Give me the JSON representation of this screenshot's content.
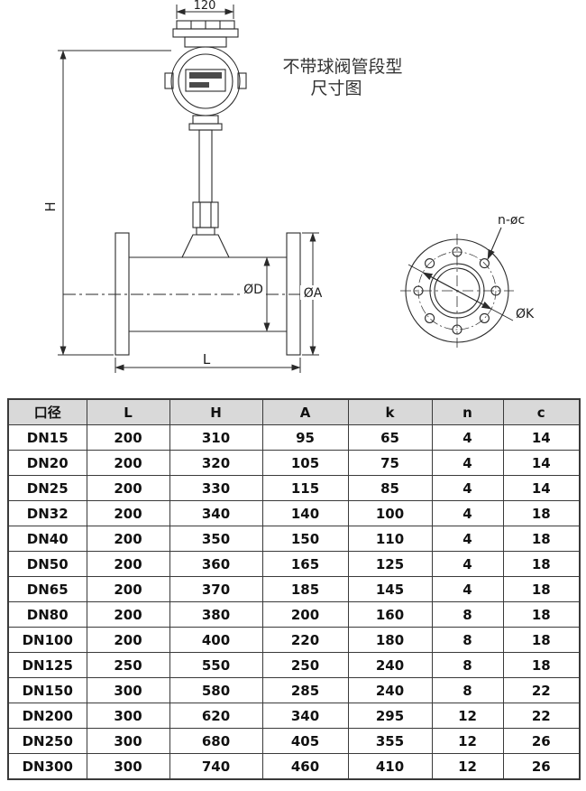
{
  "title": {
    "line1": "不带球阀管段型",
    "line2": "尺寸图"
  },
  "drawing": {
    "labels": {
      "top_width": "120",
      "height": "H",
      "length": "L",
      "inner_diameter": "ØD",
      "flange_diameter": "ØA",
      "bolt_holes": "n-øc",
      "bolt_circle": "ØK"
    }
  },
  "colors": {
    "line": "#2a2a2a",
    "table_header_bg": "#d9d9d9",
    "table_border": "#3a3a3a"
  },
  "table": {
    "headers": [
      "口径",
      "L",
      "H",
      "A",
      "k",
      "n",
      "c"
    ],
    "rows": [
      [
        "DN15",
        "200",
        "310",
        "95",
        "65",
        "4",
        "14"
      ],
      [
        "DN20",
        "200",
        "320",
        "105",
        "75",
        "4",
        "14"
      ],
      [
        "DN25",
        "200",
        "330",
        "115",
        "85",
        "4",
        "14"
      ],
      [
        "DN32",
        "200",
        "340",
        "140",
        "100",
        "4",
        "18"
      ],
      [
        "DN40",
        "200",
        "350",
        "150",
        "110",
        "4",
        "18"
      ],
      [
        "DN50",
        "200",
        "360",
        "165",
        "125",
        "4",
        "18"
      ],
      [
        "DN65",
        "200",
        "370",
        "185",
        "145",
        "4",
        "18"
      ],
      [
        "DN80",
        "200",
        "380",
        "200",
        "160",
        "8",
        "18"
      ],
      [
        "DN100",
        "200",
        "400",
        "220",
        "180",
        "8",
        "18"
      ],
      [
        "DN125",
        "250",
        "550",
        "250",
        "240",
        "8",
        "18"
      ],
      [
        "DN150",
        "300",
        "580",
        "285",
        "240",
        "8",
        "22"
      ],
      [
        "DN200",
        "300",
        "620",
        "340",
        "295",
        "12",
        "22"
      ],
      [
        "DN250",
        "300",
        "680",
        "405",
        "355",
        "12",
        "26"
      ],
      [
        "DN300",
        "300",
        "740",
        "460",
        "410",
        "12",
        "26"
      ]
    ]
  }
}
